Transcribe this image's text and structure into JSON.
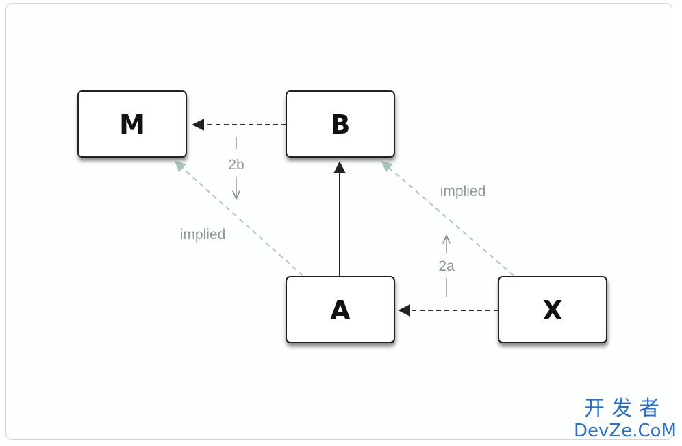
{
  "nodes": {
    "m": "M",
    "b": "B",
    "a": "A",
    "x": "X"
  },
  "edge_labels": {
    "step_2b": "2b",
    "step_2a": "2a",
    "implied_left": "implied",
    "implied_right": "implied"
  },
  "watermark": {
    "chinese": "开发者",
    "latin": "DevZe.CoM"
  },
  "colors": {
    "node_border": "#222222",
    "solid_edge": "#222222",
    "dashed_edge": "#333333",
    "implied_edge": "#a9c4c0",
    "label_text": "#8e9898",
    "watermark": "#2a6fc4"
  }
}
